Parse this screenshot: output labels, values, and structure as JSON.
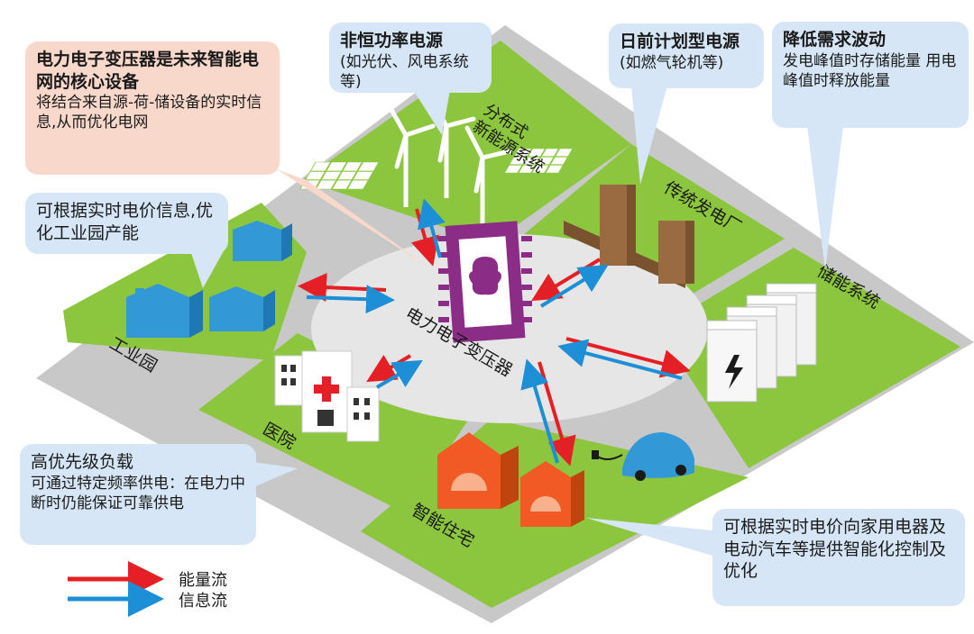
{
  "callouts": {
    "core": {
      "head": "电力电子变压器是未来智能电网的核心设备",
      "body": "将结合来自源-荷-储设备的实时信息,从而优化电网"
    },
    "renewable": {
      "head": "非恒功率电源",
      "body": "(如光伏、风电系统等)"
    },
    "planned": {
      "head": "日前计划型电源",
      "body": "(如燃气轮机等)"
    },
    "demand": {
      "head": "降低需求波动",
      "body": "发电峰值时存储能量 用电峰值时释放能量"
    },
    "industry": {
      "head": "可根据实时电价信息,优化工业园产能"
    },
    "priority": {
      "head": "高优先级负载",
      "body": "可通过特定频率供电：在电力中断时仍能保证可靠供电"
    },
    "home": {
      "head": "可根据实时电价向家用电器及电动汽车等提供智能化控制及优化"
    }
  },
  "zones": {
    "distributed": "分布式\n新能源系统",
    "traditional": "传统发电厂",
    "storage": "储能系统",
    "industrial": "工业园",
    "hospital": "医院",
    "residential": "智能住宅",
    "center": "电力电子变压器"
  },
  "legend": {
    "energy": "能量流",
    "info": "信息流"
  },
  "colors": {
    "grass": "#8cc63f",
    "road": "#c8c8c8",
    "plaza": "#e6e6e6",
    "energy_arrow": "#e41f26",
    "info_arrow": "#1c8fd6",
    "factory": "#3399d6",
    "plant": "#9a6a40",
    "house": "#f15a24",
    "chip": "#8b2d86"
  }
}
